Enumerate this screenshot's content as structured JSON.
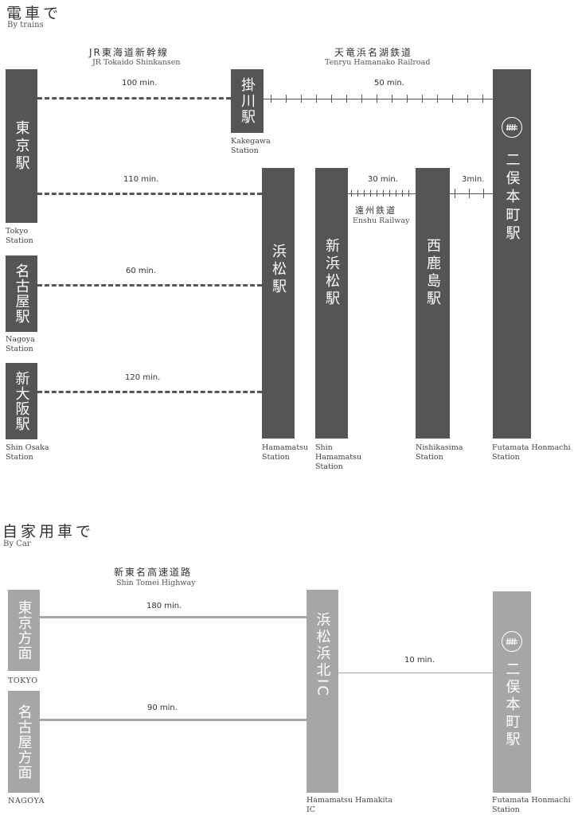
{
  "train": {
    "title_jp": "電車で",
    "title_en": "By trains",
    "lines": [
      {
        "jp": "JR東海道新幹線",
        "en": "JR Tokaido Shinkansen"
      },
      {
        "jp": "天竜浜名湖鉄道",
        "en": "Tenryu Hamanako Railroad"
      },
      {
        "jp": "遠州鉄道",
        "en": "Enshu Railway"
      }
    ],
    "stations": {
      "tokyo": {
        "jp": "東京駅",
        "en": "Tokyo\nStation"
      },
      "nagoya": {
        "jp": "名古屋駅",
        "en": "Nagoya\nStation"
      },
      "shin_osaka": {
        "jp": "新大阪駅",
        "en": "Shin Osaka\nStation"
      },
      "kakegawa": {
        "jp": "掛川駅",
        "en": "Kakegawa\nStation"
      },
      "hamamatsu": {
        "jp": "浜松駅",
        "en": "Hamamatsu\nStation"
      },
      "shin_hamamatsu": {
        "jp": "新浜松駅",
        "en": "Shin\nHamamatsu\nStation"
      },
      "nishikashima": {
        "jp": "西鹿島駅",
        "en": "Nishikasima\nStation"
      },
      "futamata": {
        "jp": "二俣本町駅",
        "en": "Futamata Honmachi\nStation"
      }
    },
    "times": {
      "tokyo_kakegawa": "100 min.",
      "kakegawa_futamata": "50 min.",
      "tokyo_hamamatsu": "110 min.",
      "shinhamamatsu_nishikashima": "30 min.",
      "nishikashima_futamata": "3min.",
      "nagoya_hamamatsu": "60 min.",
      "shinosaka_hamamatsu": "120 min."
    }
  },
  "car": {
    "title_jp": "自家用車で",
    "title_en": "By Car",
    "highway": {
      "jp": "新東名高速道路",
      "en": "Shin Tomei Highway"
    },
    "origins": {
      "tokyo": {
        "jp": "東京方面",
        "en": "TOKYO"
      },
      "nagoya": {
        "jp": "名古屋方面",
        "en": "NAGOYA"
      }
    },
    "ic": {
      "jp": "浜松浜北IC",
      "en": "Hamamatsu Hamakita\nIC"
    },
    "futamata": {
      "jp": "二俣本町駅",
      "en": "Futamata Honmachi\nStation"
    },
    "times": {
      "tokyo_ic": "180 min.",
      "nagoya_ic": "90 min.",
      "ic_futamata": "10 min."
    }
  },
  "colors": {
    "dark_box": "#555555",
    "light_box": "#a6a6a6"
  },
  "icons": {
    "logo": "futamata-logo-icon"
  }
}
